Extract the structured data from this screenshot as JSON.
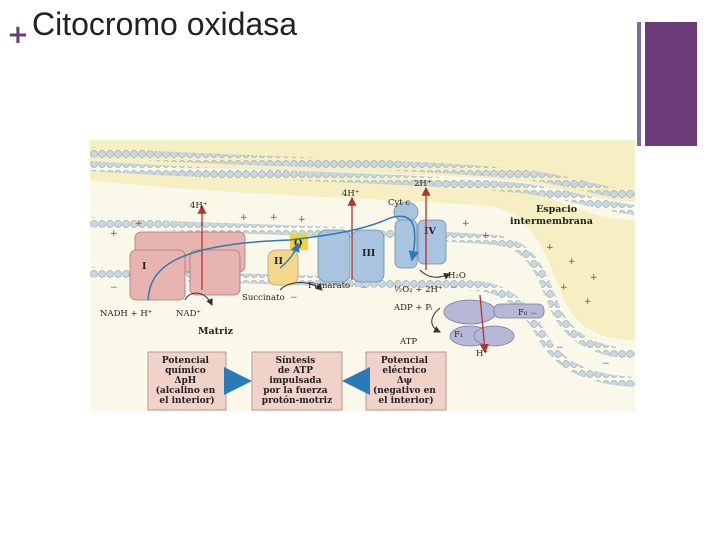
{
  "slide": {
    "title": "Citocromo oxidasa",
    "bullet": "+"
  },
  "colors": {
    "accent_purple": "#6b3b78",
    "accent_line": "#7d6b9e",
    "intermembrane": "#f6efc4",
    "matrix": "#faf8e8",
    "membrane_head": "#c9d7e3",
    "complex_red": "#e8b4b0",
    "complex_blue": "#a9c4de",
    "atpase": "#b7b8d8",
    "box": "#f0d2c8",
    "arrow_red": "#b5312c",
    "arrow_blue": "#2a7ab8"
  },
  "diagram": {
    "labels": {
      "complex_i": "I",
      "complex_ii": "II",
      "complex_iii": "III",
      "complex_iv": "IV",
      "q": "Q",
      "cyt_c": "Cyt c",
      "h_4a": "4H⁺",
      "h_4b": "4H⁺",
      "h_2": "2H⁺",
      "espacio_1": "Espacio",
      "espacio_2": "intermembrana",
      "nadh": "NADH + H⁺",
      "nad": "NAD⁺",
      "succinato": "Succinato",
      "fumarato": "Fumarato",
      "h2o": "H₂O",
      "o2": "½O₂ + 2H⁺",
      "adp": "ADP + Pᵢ",
      "atp": "ATP",
      "fo": "F₀",
      "f1": "F₁",
      "h_plus": "H⁺",
      "matriz": "Matriz"
    },
    "boxes": [
      {
        "lines": [
          "Potencial",
          "químico",
          "ΔpH",
          "(alcalino en",
          "el interior)"
        ]
      },
      {
        "lines": [
          "Síntesis",
          "de ATP",
          "impulsada",
          "por la fuerza",
          "protón-motriz"
        ]
      },
      {
        "lines": [
          "Potencial",
          "eléctrico",
          "Δψ",
          "(negativo en",
          "el interior)"
        ]
      }
    ]
  }
}
